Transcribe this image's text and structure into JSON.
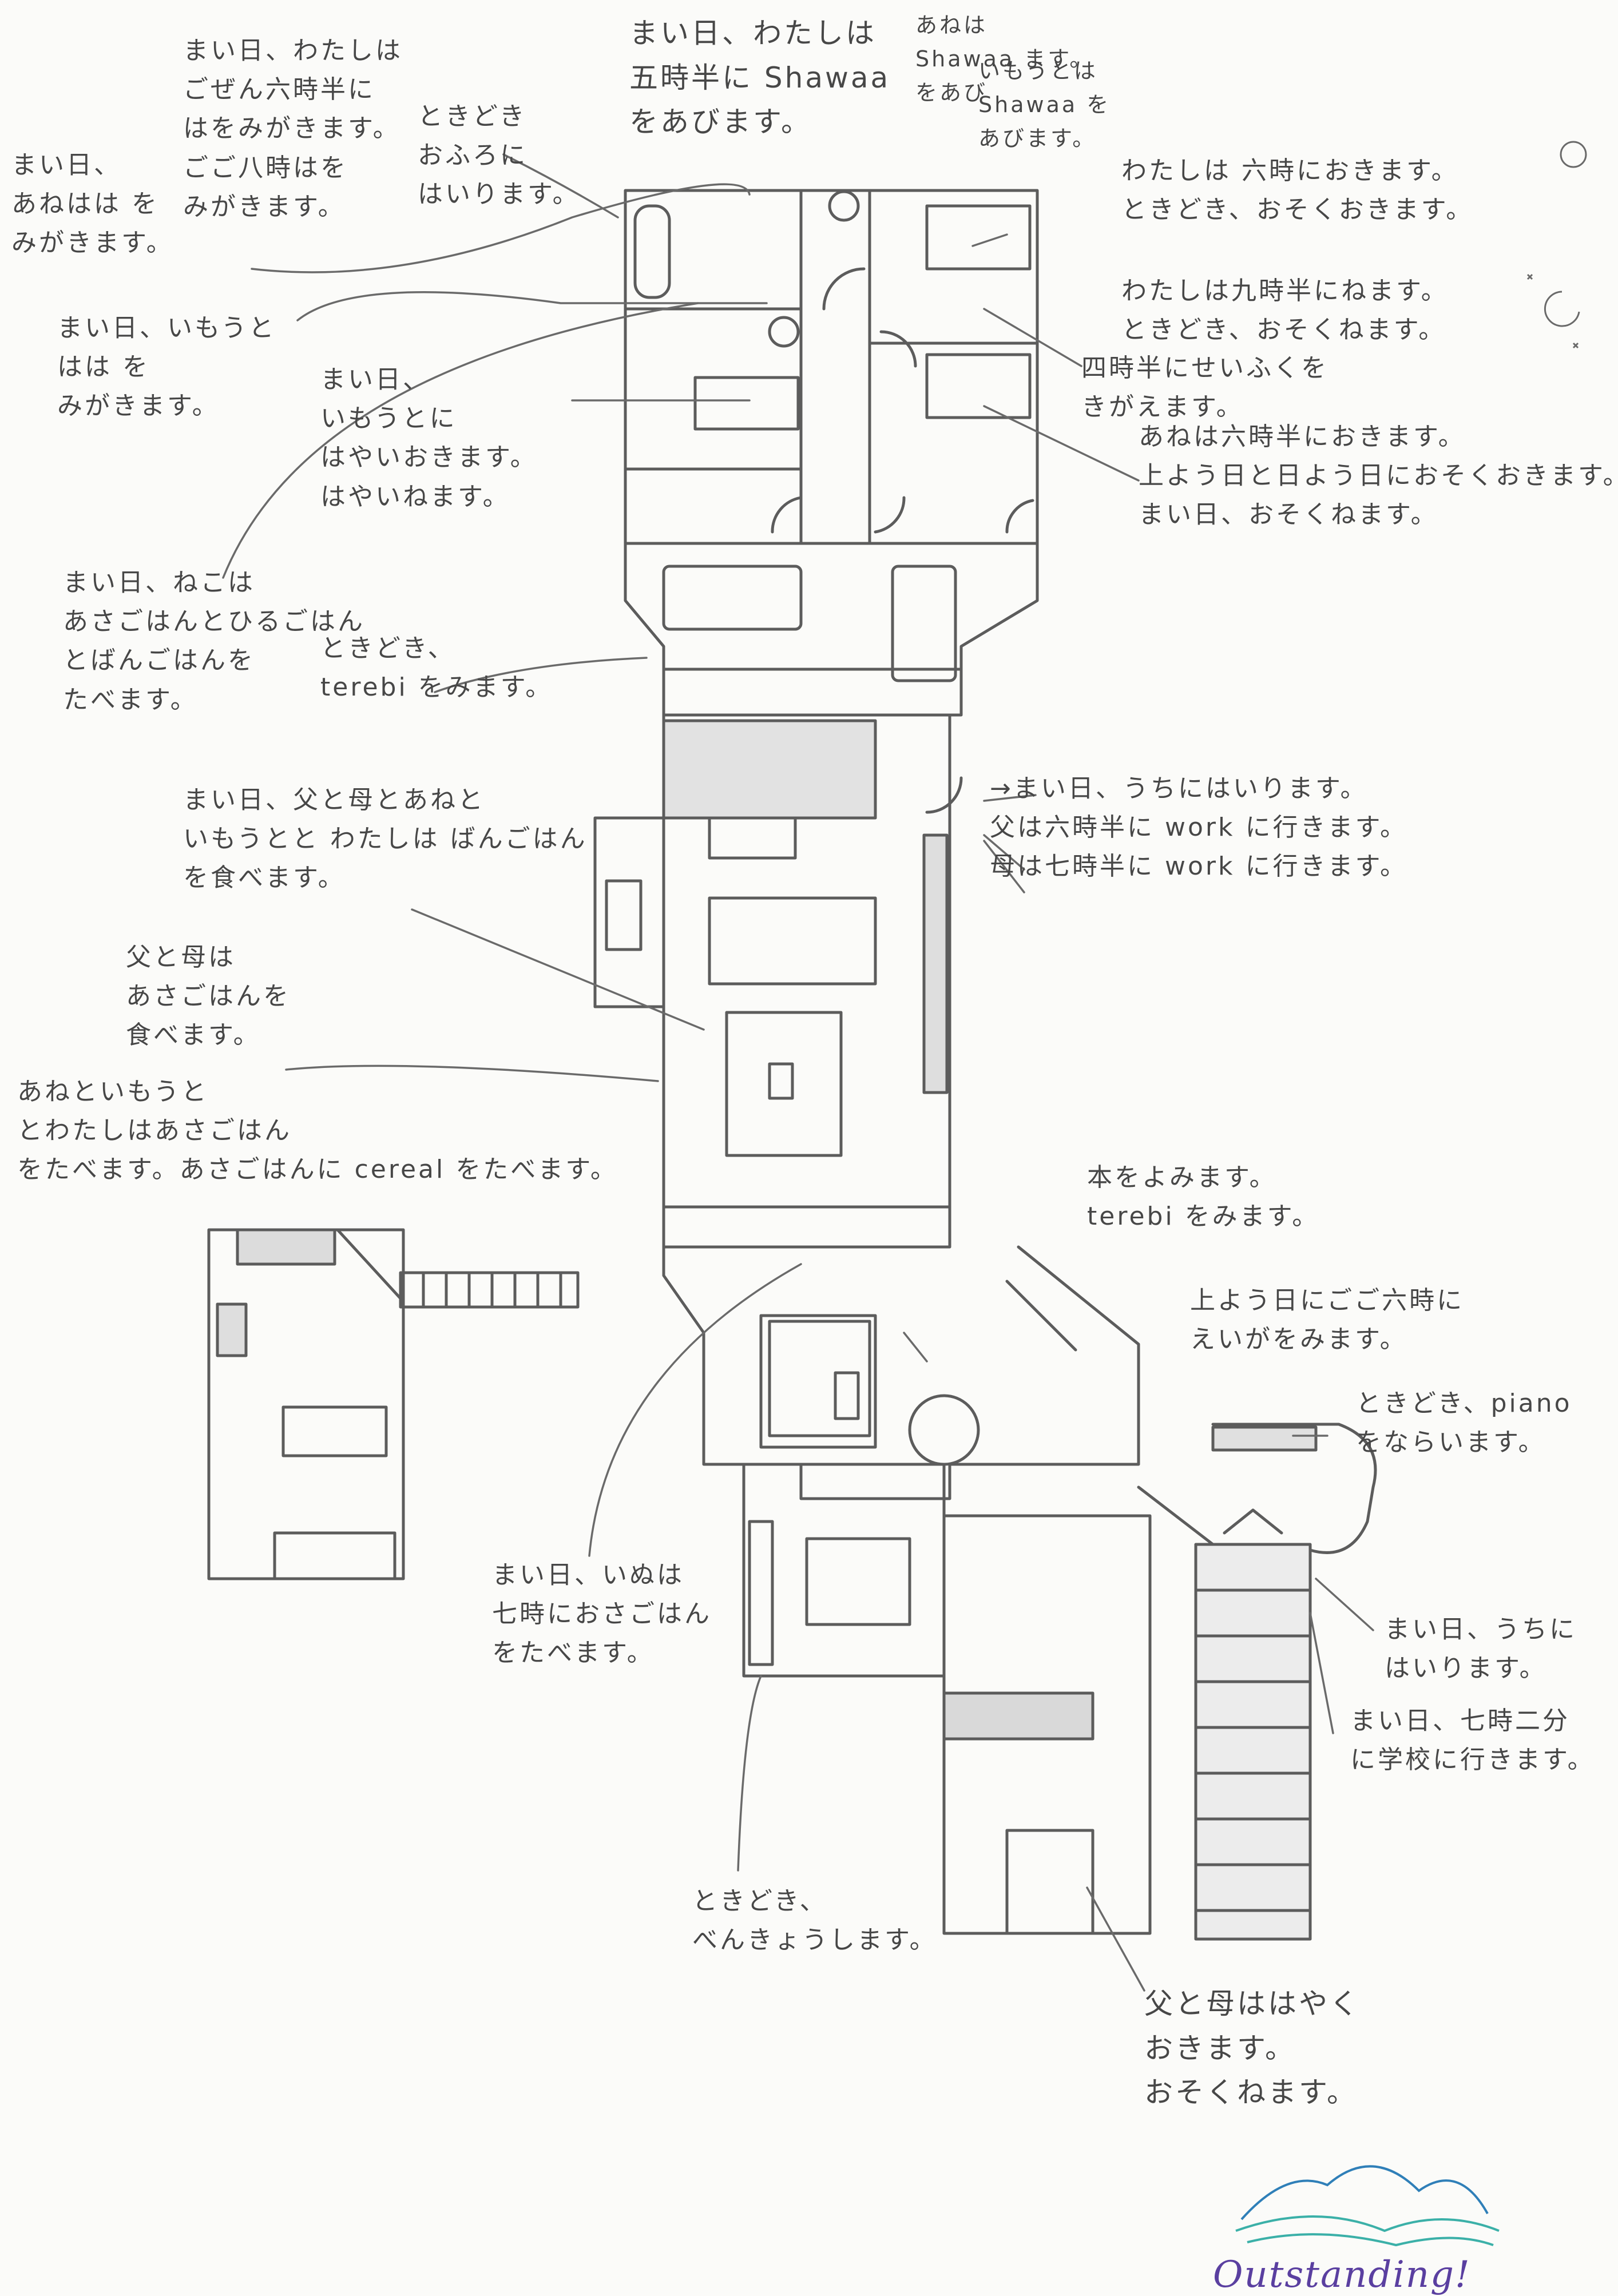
{
  "notes": {
    "n1": "まい日、わたしは\nごぜん六時半に\nはをみがきます。\nごご八時はを\nみがきます。",
    "n2": "ときどき\nおふろに\nはいります。",
    "n3": "まい日、わたしは\n五時半に Shawaa\nをあびます。",
    "n4": "あねは\nShawaa ます。\nをあび",
    "n5": "いもうとは\nShawaa を\nあびます。",
    "n6": "まい日、\nあねはは を\nみがきます。",
    "n7": "まい日、いもうと\nはは を\nみがきます。",
    "n8": "まい日、\nいもうとに\nはやいおきます。\nはやいねます。",
    "n9": "わたしは 六時におきます。\nときどき、おそくおきます。",
    "n10": "わたしは九時半にねます。\nときどき、おそくねます。",
    "n11": "四時半にせいふくを\nきがえます。",
    "n12": "あねは六時半におきます。\n上よう日と日よう日におそくおきます。\nまい日、おそくねます。",
    "n13": "まい日、ねこは\nあさごはんとひるごはん\nとばんごはんを\nたべます。",
    "n14": "ときどき、\nterebi をみます。",
    "n15": "→まい日、うちにはいります。\n父は六時半に work に行きます。\n母は七時半に work に行きます。",
    "n16": "まい日、父と母とあねと\nいもうとと わたしは ばんごはん\nを食べます。",
    "n17": "父と母は\nあさごはんを\n食べます。",
    "n18": "あねといもうと\nとわたしはあさごはん\nをたべます。あさごはんに cereal をたべます。",
    "n19": "本をよみます。\nterebi をみます。",
    "n20": "上よう日にごご六時に\nえいがをみます。",
    "n21": "ときどき、piano\nをならいます。",
    "n22": "まい日、いぬは\n七時におさごはん\nをたべます。",
    "n23": "まい日、うちに\nはいります。",
    "n24": "まい日、七時二分\nに学校に行きます。",
    "n25": "ときどき、\nべんきょうします。",
    "n26": "父と母ははやく\nおきます。\nおそくねます。"
  },
  "grade": "Outstanding!",
  "colors": {
    "pencil": "#5c5c5c",
    "paper": "#fbfbf9",
    "ink_purple": "#5a3fa0",
    "stamp_blue": "#2f7fb8",
    "stamp_teal": "#3bb0a8"
  }
}
